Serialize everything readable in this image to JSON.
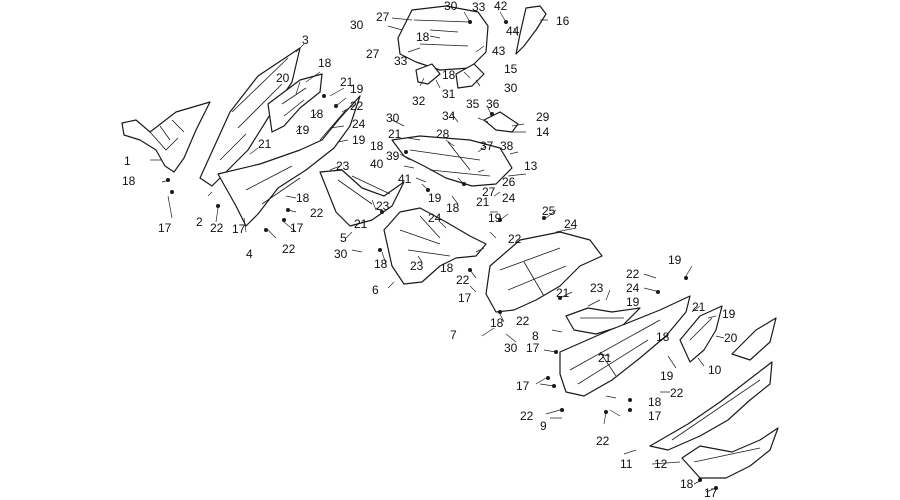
{
  "diagram": {
    "colors": {
      "ink": "#1a1a1a",
      "background": "#ffffff"
    },
    "callouts": [
      {
        "id": "c27a",
        "text": "27"
      },
      {
        "id": "c30a",
        "text": "30"
      },
      {
        "id": "c30b",
        "text": "30"
      },
      {
        "id": "c18a",
        "text": "18"
      },
      {
        "id": "c27b",
        "text": "27"
      },
      {
        "id": "c33a",
        "text": "33"
      },
      {
        "id": "c42",
        "text": "42"
      },
      {
        "id": "c44",
        "text": "44"
      },
      {
        "id": "c16",
        "text": "16"
      },
      {
        "id": "c43",
        "text": "43"
      },
      {
        "id": "c33b",
        "text": "33"
      },
      {
        "id": "c18b",
        "text": "18"
      },
      {
        "id": "c15",
        "text": "15"
      },
      {
        "id": "c30c",
        "text": "30"
      },
      {
        "id": "c32",
        "text": "32"
      },
      {
        "id": "c31",
        "text": "31"
      },
      {
        "id": "c3",
        "text": "3"
      },
      {
        "id": "c18c",
        "text": "18"
      },
      {
        "id": "c20a",
        "text": "20"
      },
      {
        "id": "c21a",
        "text": "21"
      },
      {
        "id": "c19a",
        "text": "19"
      },
      {
        "id": "c22a",
        "text": "22"
      },
      {
        "id": "c18d",
        "text": "18"
      },
      {
        "id": "c24a",
        "text": "24"
      },
      {
        "id": "c19b",
        "text": "19"
      },
      {
        "id": "c19c",
        "text": "19"
      },
      {
        "id": "c30d",
        "text": "30"
      },
      {
        "id": "c21b",
        "text": "21"
      },
      {
        "id": "c35",
        "text": "35"
      },
      {
        "id": "c36",
        "text": "36"
      },
      {
        "id": "c34",
        "text": "34"
      },
      {
        "id": "c29",
        "text": "29"
      },
      {
        "id": "c14",
        "text": "14"
      },
      {
        "id": "c28",
        "text": "28"
      },
      {
        "id": "c37",
        "text": "37"
      },
      {
        "id": "c38",
        "text": "38"
      },
      {
        "id": "c18e",
        "text": "18"
      },
      {
        "id": "c39",
        "text": "39"
      },
      {
        "id": "c40",
        "text": "40"
      },
      {
        "id": "c41",
        "text": "41"
      },
      {
        "id": "c13",
        "text": "13"
      },
      {
        "id": "c1",
        "text": "1"
      },
      {
        "id": "c18f",
        "text": "18"
      },
      {
        "id": "c17a",
        "text": "17"
      },
      {
        "id": "c21c",
        "text": "21"
      },
      {
        "id": "c23a",
        "text": "23"
      },
      {
        "id": "c26",
        "text": "26"
      },
      {
        "id": "c19d",
        "text": "19"
      },
      {
        "id": "c18g",
        "text": "18"
      },
      {
        "id": "c21d",
        "text": "21"
      },
      {
        "id": "c27c",
        "text": "27"
      },
      {
        "id": "c24b",
        "text": "24"
      },
      {
        "id": "c18h",
        "text": "18"
      },
      {
        "id": "c22b",
        "text": "22"
      },
      {
        "id": "c2",
        "text": "2"
      },
      {
        "id": "c22c",
        "text": "22"
      },
      {
        "id": "c17b",
        "text": "17"
      },
      {
        "id": "c17c",
        "text": "17"
      },
      {
        "id": "c4",
        "text": "4"
      },
      {
        "id": "c22d",
        "text": "22"
      },
      {
        "id": "c23b",
        "text": "23"
      },
      {
        "id": "c5",
        "text": "5"
      },
      {
        "id": "c21e",
        "text": "21"
      },
      {
        "id": "c24c",
        "text": "24"
      },
      {
        "id": "c25",
        "text": "25"
      },
      {
        "id": "c24d",
        "text": "24"
      },
      {
        "id": "c19e",
        "text": "19"
      },
      {
        "id": "c22e",
        "text": "22"
      },
      {
        "id": "c30e",
        "text": "30"
      },
      {
        "id": "c18i",
        "text": "18"
      },
      {
        "id": "c23c",
        "text": "23"
      },
      {
        "id": "c22f",
        "text": "22"
      },
      {
        "id": "c6",
        "text": "6"
      },
      {
        "id": "c18j",
        "text": "18"
      },
      {
        "id": "c17d",
        "text": "17"
      },
      {
        "id": "c19f",
        "text": "19"
      },
      {
        "id": "c22g",
        "text": "22"
      },
      {
        "id": "c24e",
        "text": "24"
      },
      {
        "id": "c21f",
        "text": "21"
      },
      {
        "id": "c23d",
        "text": "23"
      },
      {
        "id": "c19g",
        "text": "19"
      },
      {
        "id": "c21g",
        "text": "21"
      },
      {
        "id": "c19h",
        "text": "19"
      },
      {
        "id": "c7",
        "text": "7"
      },
      {
        "id": "c18k",
        "text": "18"
      },
      {
        "id": "c22h",
        "text": "22"
      },
      {
        "id": "c8",
        "text": "8"
      },
      {
        "id": "c18l",
        "text": "18"
      },
      {
        "id": "c20b",
        "text": "20"
      },
      {
        "id": "c30f",
        "text": "30"
      },
      {
        "id": "c17e",
        "text": "17"
      },
      {
        "id": "c21h",
        "text": "21"
      },
      {
        "id": "c19i",
        "text": "19"
      },
      {
        "id": "c10",
        "text": "10"
      },
      {
        "id": "c17f",
        "text": "17"
      },
      {
        "id": "c22i",
        "text": "22"
      },
      {
        "id": "c18m",
        "text": "18"
      },
      {
        "id": "c17g",
        "text": "17"
      },
      {
        "id": "c22j",
        "text": "22"
      },
      {
        "id": "c9",
        "text": "9"
      },
      {
        "id": "c22k",
        "text": "22"
      },
      {
        "id": "c11",
        "text": "11"
      },
      {
        "id": "c12",
        "text": "12"
      },
      {
        "id": "c18n",
        "text": "18"
      },
      {
        "id": "c17h",
        "text": "17"
      }
    ]
  }
}
